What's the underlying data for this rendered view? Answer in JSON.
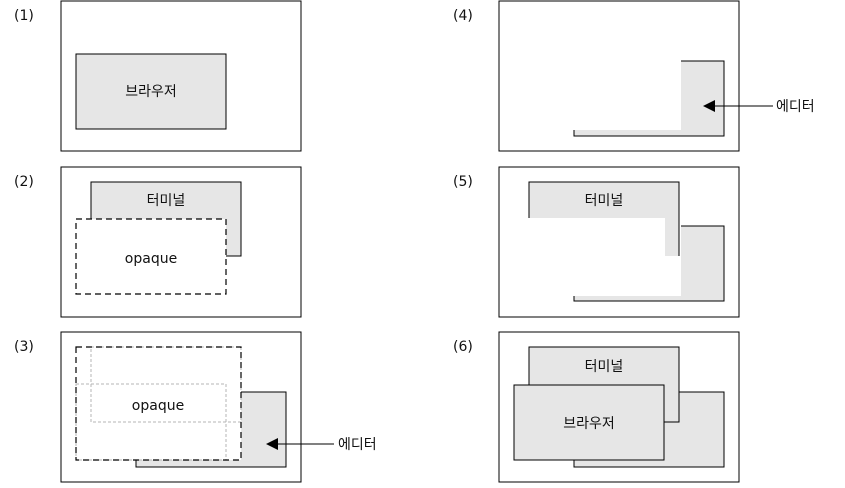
{
  "panels": [
    {
      "label": "(1)"
    },
    {
      "label": "(2)"
    },
    {
      "label": "(3)"
    },
    {
      "label": "(4)"
    },
    {
      "label": "(5)"
    },
    {
      "label": "(6)"
    }
  ],
  "windows": {
    "browser": "브라우저",
    "terminal": "터미널",
    "opaque": "opaque"
  },
  "callouts": {
    "editor": "에디터"
  },
  "colors": {
    "window_fill": "#e6e6e6",
    "frame_stroke": "#000000",
    "faint_stroke": "#b4b4b4"
  }
}
